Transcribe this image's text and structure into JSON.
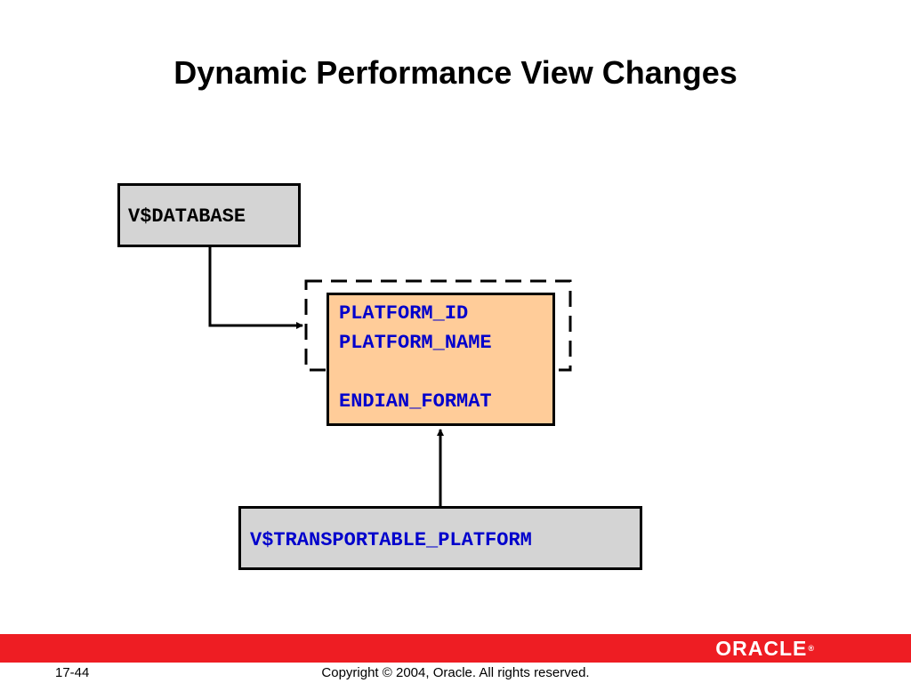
{
  "slide": {
    "title": "Dynamic Performance View Changes"
  },
  "diagram": {
    "vdatabase": {
      "label": "V$DATABASE"
    },
    "platform_columns": [
      "PLATFORM_ID",
      "PLATFORM_NAME",
      "ENDIAN_FORMAT"
    ],
    "vtransportable": {
      "label": "V$TRANSPORTABLE_PLATFORM"
    }
  },
  "footer": {
    "page_number": "17-44",
    "copyright": "Copyright © 2004, Oracle.  All rights reserved.",
    "logo_text": "ORACLE"
  },
  "colors": {
    "footer_bar": "#ee1d23",
    "gray_box": "#d4d4d4",
    "orange_box": "#ffcc99",
    "column_text": "#0000cc"
  }
}
